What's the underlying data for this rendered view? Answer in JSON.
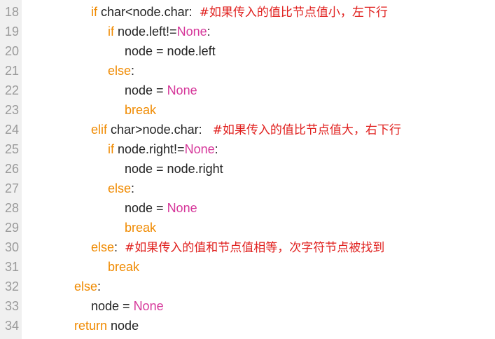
{
  "editor": {
    "accent_colors": {
      "keyword": "#f08a00",
      "constant": "#d6379a",
      "comment": "#e0201e",
      "text": "#222222",
      "line_number": "#9a9a9a",
      "gutter": "#f0f0f0"
    },
    "lines": [
      {
        "num": "18",
        "indent": 2,
        "tokens": [
          {
            "t": "if",
            "c": "kw"
          },
          {
            "t": " char<node.char:  ",
            "c": "plain"
          },
          {
            "t": "#如果传入的值比节点值小，左下行",
            "c": "cmt"
          }
        ]
      },
      {
        "num": "19",
        "indent": 3,
        "tokens": [
          {
            "t": "if",
            "c": "kw"
          },
          {
            "t": " node.left!=",
            "c": "plain"
          },
          {
            "t": "None",
            "c": "const"
          },
          {
            "t": ":",
            "c": "plain"
          }
        ]
      },
      {
        "num": "20",
        "indent": 4,
        "tokens": [
          {
            "t": "node = node.left",
            "c": "plain"
          }
        ]
      },
      {
        "num": "21",
        "indent": 3,
        "tokens": [
          {
            "t": "else",
            "c": "kw"
          },
          {
            "t": ":",
            "c": "plain"
          }
        ]
      },
      {
        "num": "22",
        "indent": 4,
        "tokens": [
          {
            "t": "node = ",
            "c": "plain"
          },
          {
            "t": "None",
            "c": "const"
          }
        ]
      },
      {
        "num": "23",
        "indent": 4,
        "tokens": [
          {
            "t": "break",
            "c": "kw"
          }
        ]
      },
      {
        "num": "24",
        "indent": 2,
        "tokens": [
          {
            "t": "elif",
            "c": "kw"
          },
          {
            "t": " char>node.char:   ",
            "c": "plain"
          },
          {
            "t": "#如果传入的值比节点值大，右下行",
            "c": "cmt"
          }
        ]
      },
      {
        "num": "25",
        "indent": 3,
        "tokens": [
          {
            "t": "if",
            "c": "kw"
          },
          {
            "t": " node.right!=",
            "c": "plain"
          },
          {
            "t": "None",
            "c": "const"
          },
          {
            "t": ":",
            "c": "plain"
          }
        ]
      },
      {
        "num": "26",
        "indent": 4,
        "tokens": [
          {
            "t": "node = node.right",
            "c": "plain"
          }
        ]
      },
      {
        "num": "27",
        "indent": 3,
        "tokens": [
          {
            "t": "else",
            "c": "kw"
          },
          {
            "t": ":",
            "c": "plain"
          }
        ]
      },
      {
        "num": "28",
        "indent": 4,
        "tokens": [
          {
            "t": "node = ",
            "c": "plain"
          },
          {
            "t": "None",
            "c": "const"
          }
        ]
      },
      {
        "num": "29",
        "indent": 4,
        "tokens": [
          {
            "t": "break",
            "c": "kw"
          }
        ]
      },
      {
        "num": "30",
        "indent": 2,
        "tokens": [
          {
            "t": "else",
            "c": "kw"
          },
          {
            "t": ":  ",
            "c": "plain"
          },
          {
            "t": "#如果传入的值和节点值相等，次字符节点被找到",
            "c": "cmt"
          }
        ]
      },
      {
        "num": "31",
        "indent": 3,
        "tokens": [
          {
            "t": "break",
            "c": "kw"
          }
        ]
      },
      {
        "num": "32",
        "indent": 1,
        "tokens": [
          {
            "t": "else",
            "c": "kw"
          },
          {
            "t": ":",
            "c": "plain"
          }
        ]
      },
      {
        "num": "33",
        "indent": 2,
        "tokens": [
          {
            "t": "node = ",
            "c": "plain"
          },
          {
            "t": "None",
            "c": "const"
          }
        ]
      },
      {
        "num": "34",
        "indent": 1,
        "tokens": [
          {
            "t": "return",
            "c": "kw"
          },
          {
            "t": " node",
            "c": "plain"
          }
        ]
      }
    ]
  }
}
